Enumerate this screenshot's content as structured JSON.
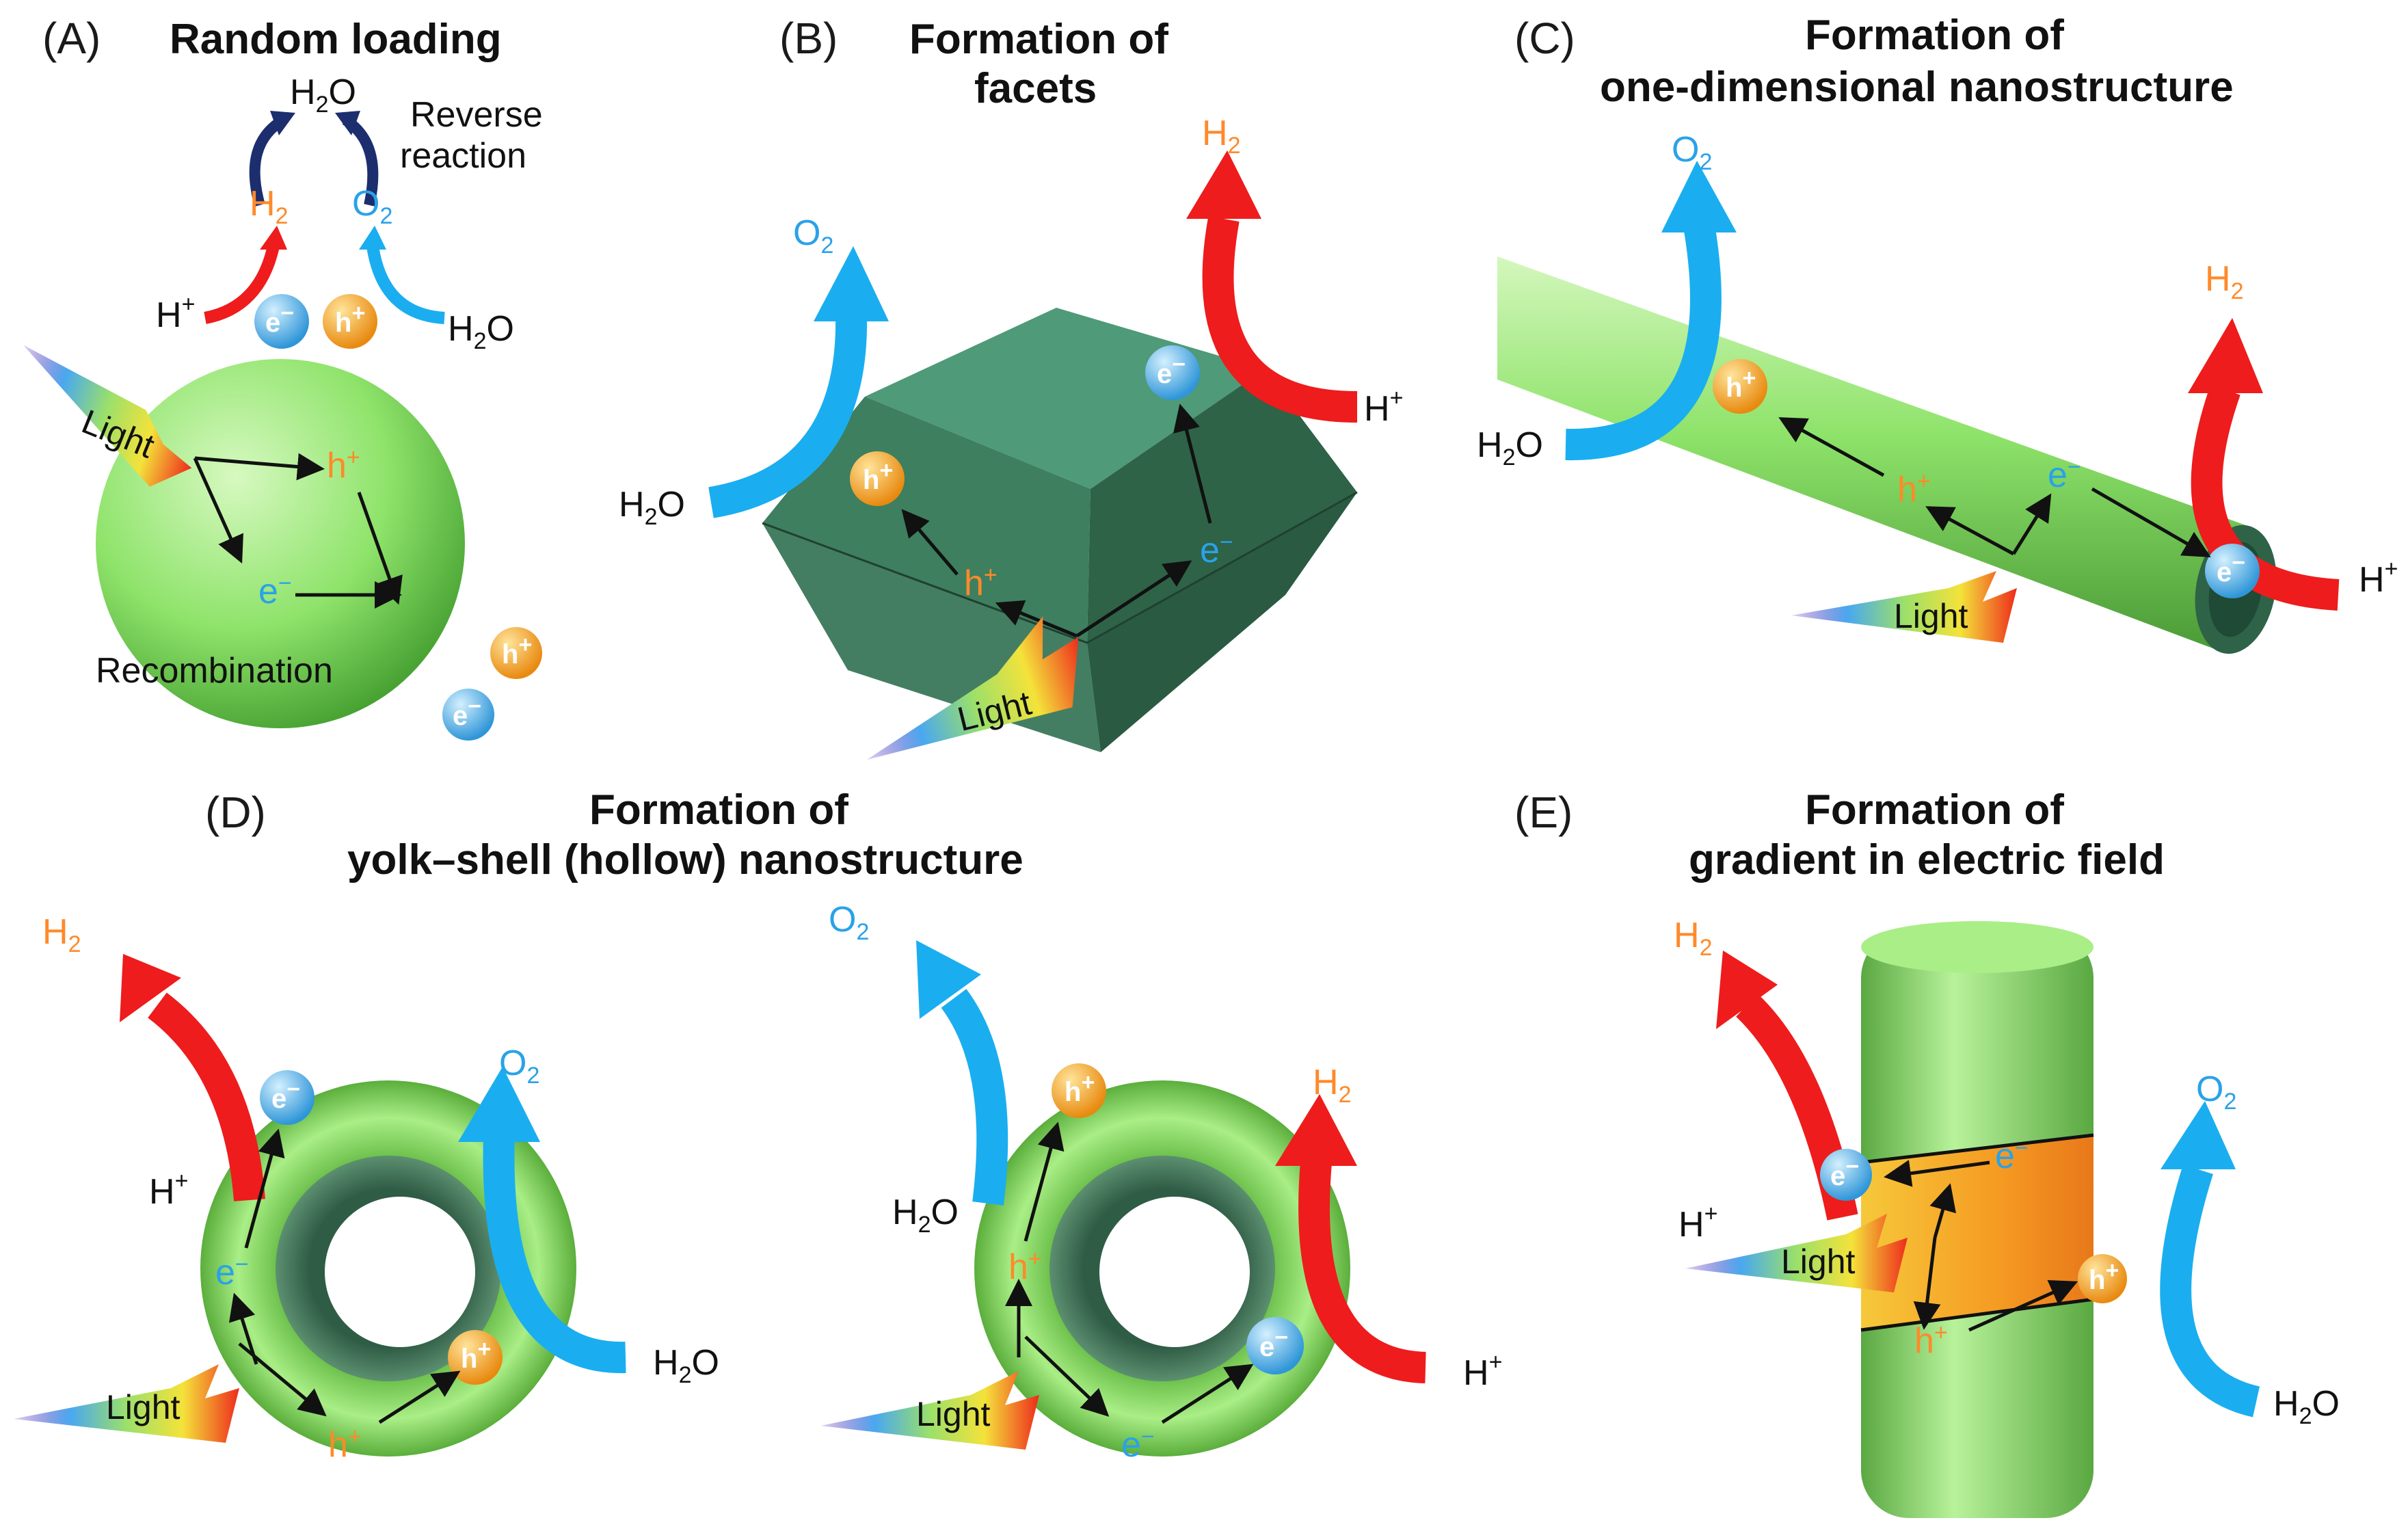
{
  "panels": {
    "A": {
      "label": "(A)",
      "title": "Random loading",
      "reverse_l1": "Reverse",
      "reverse_l2": "reaction",
      "recombination": "Recombination"
    },
    "B": {
      "label": "(B)",
      "title_l1": "Formation of",
      "title_l2": "facets"
    },
    "C": {
      "label": "(C)",
      "title_l1": "Formation of",
      "title_l2": "one-dimensional nanostructure"
    },
    "D": {
      "label": "(D)",
      "title_l1": "Formation of",
      "title_l2": "yolk–shell (hollow) nanostructure"
    },
    "E": {
      "label": "(E)",
      "title_l1": "Formation of",
      "title_l2": "gradient in electric field"
    }
  },
  "species": {
    "h2_main": "H",
    "h2_sub": "2",
    "o2_main": "O",
    "o2_sub": "2",
    "h2o_a": "H",
    "h2o_sub": "2",
    "h2o_b": "O",
    "hplus_main": "H",
    "hplus_sup": "+",
    "light": "Light",
    "hole_main": "h",
    "hole_sup": "+",
    "electron_main": "e",
    "electron_sup": "−"
  },
  "colors": {
    "particle_green": "#8ee36a",
    "dark_green": "#3e7a5c",
    "h2_arrow": "#ee1c1c",
    "o2_arrow": "#1aaef0",
    "reverse_arrow": "#1c2e6e",
    "hole_orange": "#f4a21e",
    "electron_blue": "#4fb8ec"
  }
}
